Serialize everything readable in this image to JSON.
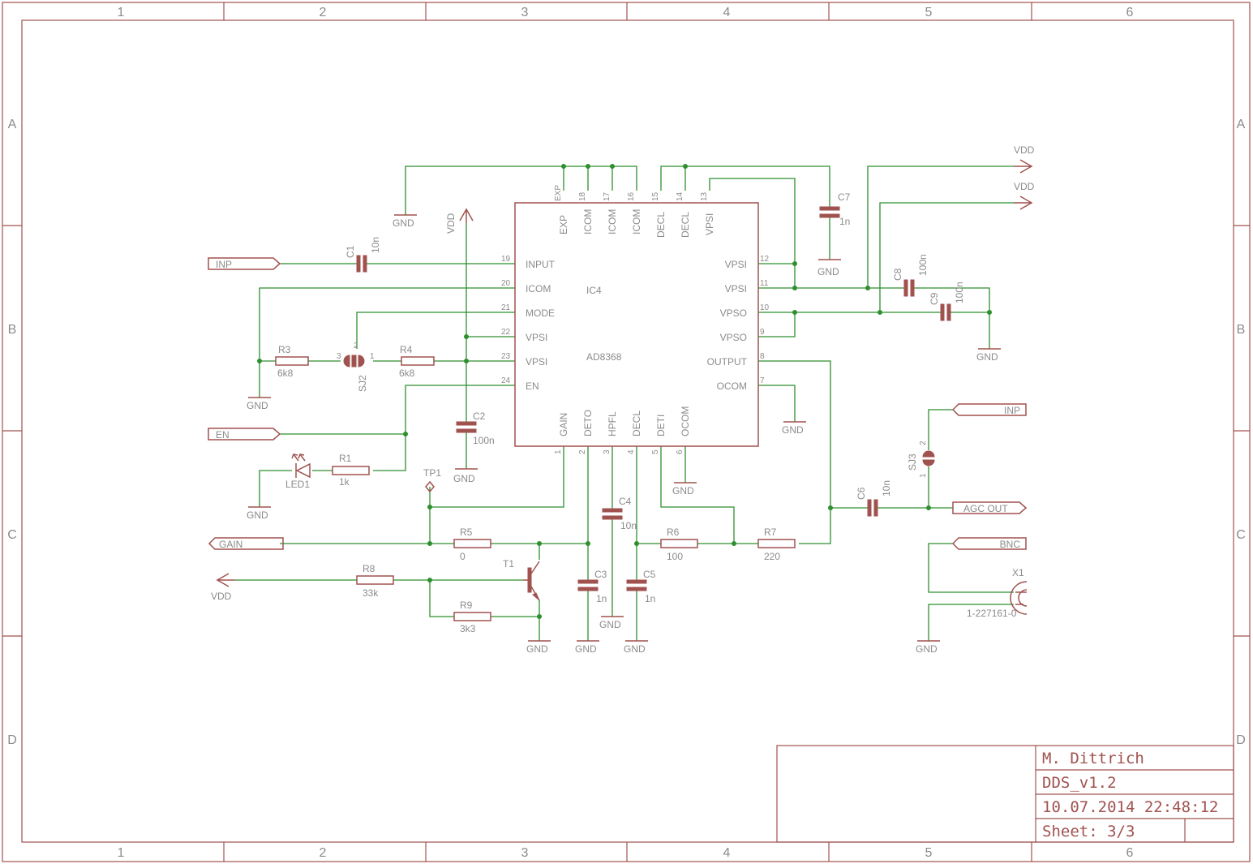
{
  "frame": {
    "columns": [
      "1",
      "2",
      "3",
      "4",
      "5",
      "6"
    ],
    "rows": [
      "A",
      "B",
      "C",
      "D"
    ]
  },
  "title_block": {
    "author": "M. Dittrich",
    "project": "DDS_v1.2",
    "datetime": "10.07.2014  22:48:12",
    "sheet": "Sheet: 3/3"
  },
  "ic": {
    "ref": "IC4",
    "value": "AD8368",
    "left_pins": [
      {
        "num": "19",
        "name": "INPUT"
      },
      {
        "num": "20",
        "name": "ICOM"
      },
      {
        "num": "21",
        "name": "MODE"
      },
      {
        "num": "22",
        "name": "VPSI"
      },
      {
        "num": "23",
        "name": "VPSI"
      },
      {
        "num": "24",
        "name": "EN"
      }
    ],
    "right_pins": [
      {
        "num": "12",
        "name": "VPSI"
      },
      {
        "num": "11",
        "name": "VPSI"
      },
      {
        "num": "10",
        "name": "VPSO"
      },
      {
        "num": "9",
        "name": "VPSO"
      },
      {
        "num": "8",
        "name": "OUTPUT"
      },
      {
        "num": "7",
        "name": "OCOM"
      }
    ],
    "top_pins": [
      {
        "num": "EXP",
        "name": "EXP"
      },
      {
        "num": "18",
        "name": "ICOM"
      },
      {
        "num": "17",
        "name": "ICOM"
      },
      {
        "num": "16",
        "name": "ICOM"
      },
      {
        "num": "15",
        "name": "DECL"
      },
      {
        "num": "14",
        "name": "DECL"
      },
      {
        "num": "13",
        "name": "VPSI"
      }
    ],
    "bottom_pins": [
      {
        "num": "1",
        "name": "GAIN"
      },
      {
        "num": "2",
        "name": "DETO"
      },
      {
        "num": "3",
        "name": "HPFL"
      },
      {
        "num": "4",
        "name": "DECL"
      },
      {
        "num": "5",
        "name": "DETI"
      },
      {
        "num": "6",
        "name": "OCOM"
      }
    ]
  },
  "ports": {
    "inp_left": "INP",
    "en": "EN",
    "gain": "GAIN",
    "inp_right": "INP",
    "agc_out": "AGC OUT",
    "bnc": "BNC"
  },
  "labels": {
    "gnd": "GND",
    "vdd": "VDD"
  },
  "parts": {
    "c1": {
      "ref": "C1",
      "val": "10n"
    },
    "c2": {
      "ref": "C2",
      "val": "100n"
    },
    "c3": {
      "ref": "C3",
      "val": "1n"
    },
    "c4": {
      "ref": "C4",
      "val": "10n"
    },
    "c5": {
      "ref": "C5",
      "val": "1n"
    },
    "c6": {
      "ref": "C6",
      "val": "10n"
    },
    "c7": {
      "ref": "C7",
      "val": "1n"
    },
    "c8": {
      "ref": "C8",
      "val": "100n"
    },
    "c9": {
      "ref": "C9",
      "val": "100n"
    },
    "r1": {
      "ref": "R1",
      "val": "1k"
    },
    "r3": {
      "ref": "R3",
      "val": "6k8"
    },
    "r4": {
      "ref": "R4",
      "val": "6k8"
    },
    "r5": {
      "ref": "R5",
      "val": "0"
    },
    "r6": {
      "ref": "R6",
      "val": "100"
    },
    "r7": {
      "ref": "R7",
      "val": "220"
    },
    "r8": {
      "ref": "R8",
      "val": "33k"
    },
    "r9": {
      "ref": "R9",
      "val": "3k3"
    },
    "led1": {
      "ref": "LED1"
    },
    "sj2": {
      "ref": "SJ2",
      "p1": "1",
      "p2": "2",
      "p3": "3"
    },
    "sj3": {
      "ref": "SJ3",
      "p1": "1",
      "p2": "2"
    },
    "t1": {
      "ref": "T1"
    },
    "tp1": {
      "ref": "TP1"
    },
    "x1": {
      "ref": "X1",
      "val": "1-227161-0"
    }
  }
}
